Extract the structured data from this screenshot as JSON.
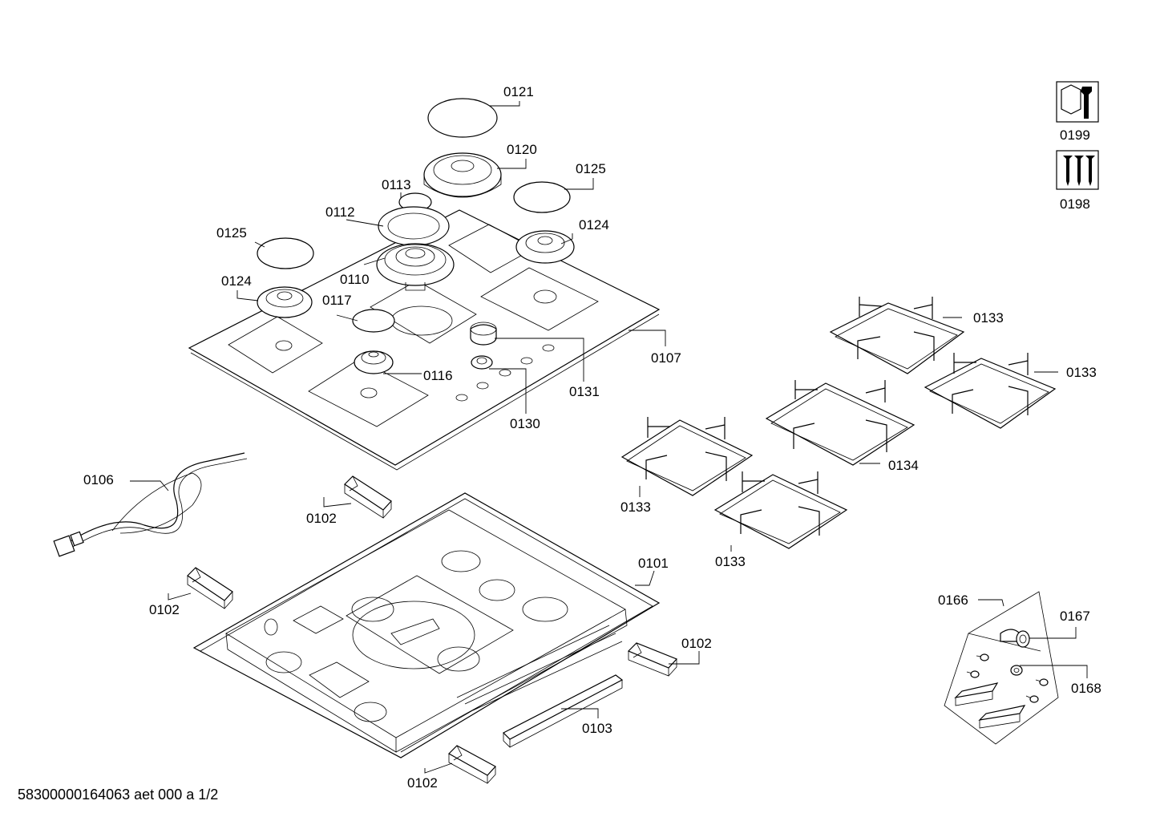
{
  "labels": {
    "p0121": "0121",
    "p0120": "0120",
    "p0125a": "0125",
    "p0113": "0113",
    "p0112": "0112",
    "p0125b": "0125",
    "p0124a": "0124",
    "p0110": "0110",
    "p0124b": "0124",
    "p0117": "0117",
    "p0116": "0116",
    "p0131": "0131",
    "p0107": "0107",
    "p0130": "0130",
    "p0133a": "0133",
    "p0133b": "0133",
    "p0134": "0134",
    "p0133c": "0133",
    "p0133d": "0133",
    "p0106": "0106",
    "p0102a": "0102",
    "p0102b": "0102",
    "p0101": "0101",
    "p0102c": "0102",
    "p0103": "0103",
    "p0102d": "0102",
    "p0166": "0166",
    "p0167": "0167",
    "p0168": "0168",
    "p0199": "0199",
    "p0198": "0198"
  },
  "icons": {
    "service_tool": "wrench-nut-icon",
    "screw_set": "screws-icon"
  },
  "footer": {
    "doc_id": "58300000164063 aet 000 a 1/2"
  }
}
